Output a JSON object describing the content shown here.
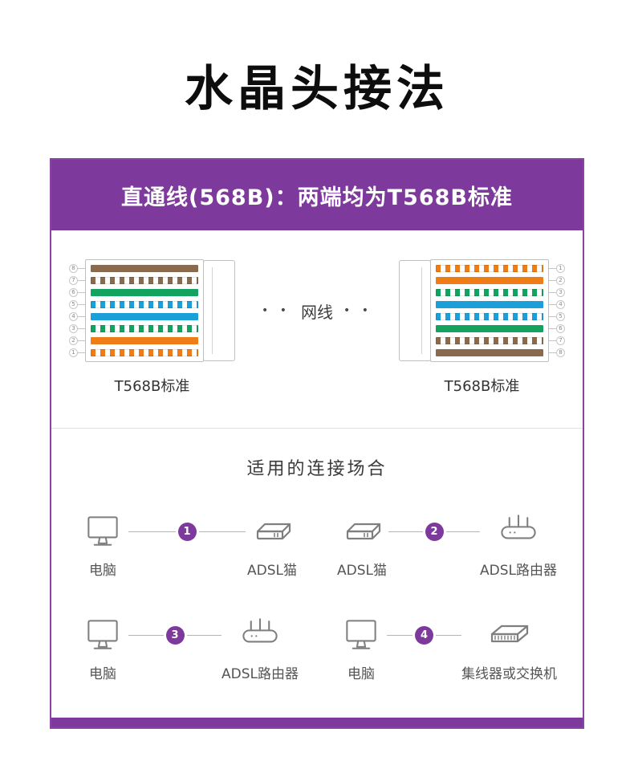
{
  "page": {
    "title": "水晶头接法"
  },
  "banner": {
    "text": "直通线(568B)：两端均为T568B标准"
  },
  "colors": {
    "purple": "#7d3a9c",
    "orange": "#ee7d18",
    "green": "#13a35e",
    "blue": "#1b9fd8",
    "brown": "#8a6a4c"
  },
  "connector_section": {
    "middle_label": "网线",
    "dots": "• •",
    "left": {
      "label": "T568B标准",
      "pins": [
        "8",
        "7",
        "6",
        "5",
        "4",
        "3",
        "2",
        "1"
      ],
      "wires": [
        {
          "style": "solid",
          "color": "brown"
        },
        {
          "style": "striped",
          "color": "brown"
        },
        {
          "style": "solid",
          "color": "green"
        },
        {
          "style": "striped",
          "color": "blue"
        },
        {
          "style": "solid",
          "color": "blue"
        },
        {
          "style": "striped",
          "color": "green"
        },
        {
          "style": "solid",
          "color": "orange"
        },
        {
          "style": "striped",
          "color": "orange"
        }
      ]
    },
    "right": {
      "label": "T568B标准",
      "pins": [
        "1",
        "2",
        "3",
        "4",
        "5",
        "6",
        "7",
        "8"
      ],
      "wires": [
        {
          "style": "striped",
          "color": "orange"
        },
        {
          "style": "solid",
          "color": "orange"
        },
        {
          "style": "striped",
          "color": "green"
        },
        {
          "style": "solid",
          "color": "blue"
        },
        {
          "style": "striped",
          "color": "blue"
        },
        {
          "style": "solid",
          "color": "green"
        },
        {
          "style": "striped",
          "color": "brown"
        },
        {
          "style": "solid",
          "color": "brown"
        }
      ]
    }
  },
  "scenarios": {
    "heading": "适用的连接场合",
    "items": [
      {
        "num": "1",
        "from": "电脑",
        "to": "ADSL猫"
      },
      {
        "num": "2",
        "from": "ADSL猫",
        "to": "ADSL路由器"
      },
      {
        "num": "3",
        "from": "电脑",
        "to": "ADSL路由器"
      },
      {
        "num": "4",
        "from": "电脑",
        "to": "集线器或交换机"
      }
    ]
  }
}
